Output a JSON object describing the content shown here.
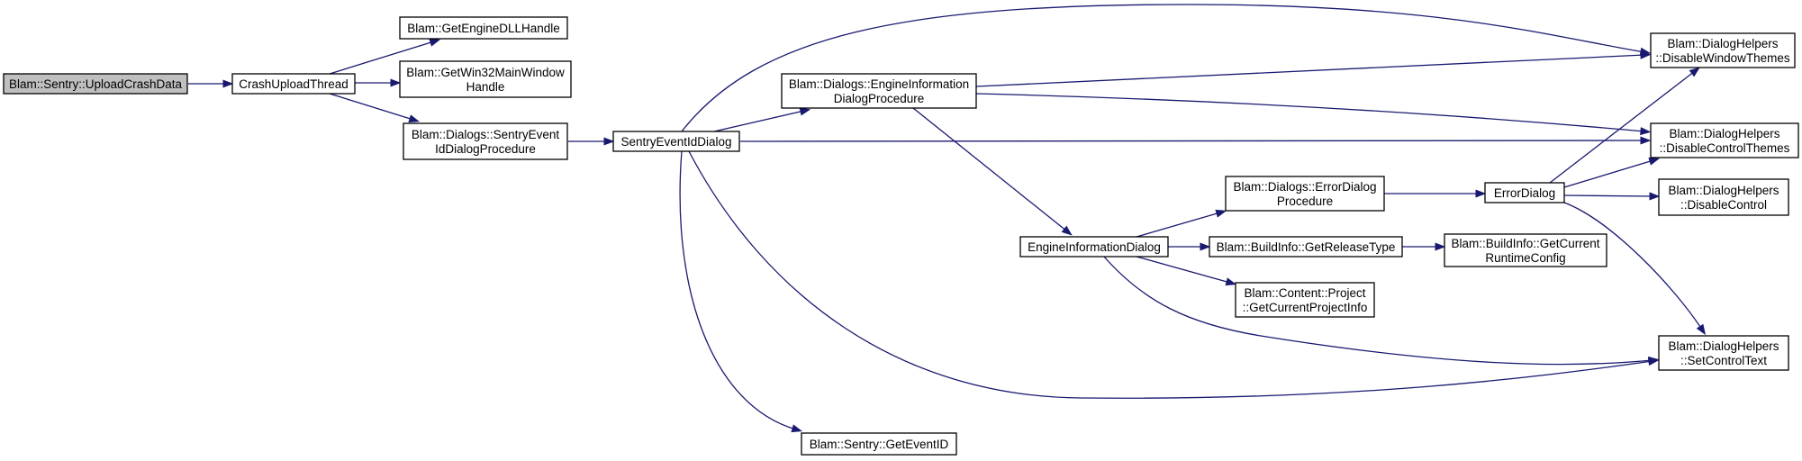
{
  "diagram": {
    "type": "call-graph",
    "colors": {
      "edge": "#191970",
      "root_fill": "#bfbfbf",
      "node_fill": "#ffffff",
      "node_border": "#000000"
    },
    "nodes": [
      {
        "id": "upload",
        "lines": [
          "Blam::Sentry::UploadCrashData"
        ],
        "root": true
      },
      {
        "id": "thread",
        "lines": [
          "CrashUploadThread"
        ]
      },
      {
        "id": "getdll",
        "lines": [
          "Blam::GetEngineDLLHandle"
        ]
      },
      {
        "id": "getwin",
        "lines": [
          "Blam::GetWin32MainWindow",
          "Handle"
        ]
      },
      {
        "id": "sentryproc",
        "lines": [
          "Blam::Dialogs::SentryEvent",
          "IdDialogProcedure"
        ]
      },
      {
        "id": "sentrydlg",
        "lines": [
          "SentryEventIdDialog"
        ]
      },
      {
        "id": "engproc",
        "lines": [
          "Blam::Dialogs::EngineInformation",
          "DialogProcedure"
        ]
      },
      {
        "id": "getevent",
        "lines": [
          "Blam::Sentry::GetEventID"
        ]
      },
      {
        "id": "engdlg",
        "lines": [
          "EngineInformationDialog"
        ]
      },
      {
        "id": "errproc",
        "lines": [
          "Blam::Dialogs::ErrorDialog",
          "Procedure"
        ]
      },
      {
        "id": "reltype",
        "lines": [
          "Blam::BuildInfo::GetReleaseType"
        ]
      },
      {
        "id": "projinfo",
        "lines": [
          "Blam::Content::Project",
          "::GetCurrentProjectInfo"
        ]
      },
      {
        "id": "errdlg",
        "lines": [
          "ErrorDialog"
        ]
      },
      {
        "id": "runtime",
        "lines": [
          "Blam::BuildInfo::GetCurrent",
          "RuntimeConfig"
        ]
      },
      {
        "id": "winthemes",
        "lines": [
          "Blam::DialogHelpers",
          "::DisableWindowThemes"
        ]
      },
      {
        "id": "ctlthemes",
        "lines": [
          "Blam::DialogHelpers",
          "::DisableControlThemes"
        ]
      },
      {
        "id": "disctl",
        "lines": [
          "Blam::DialogHelpers",
          "::DisableControl"
        ]
      },
      {
        "id": "settext",
        "lines": [
          "Blam::DialogHelpers",
          "::SetControlText"
        ]
      }
    ],
    "edges": [
      {
        "from": "upload",
        "to": "thread"
      },
      {
        "from": "thread",
        "to": "getdll"
      },
      {
        "from": "thread",
        "to": "getwin"
      },
      {
        "from": "thread",
        "to": "sentryproc"
      },
      {
        "from": "sentryproc",
        "to": "sentrydlg"
      },
      {
        "from": "sentrydlg",
        "to": "engproc"
      },
      {
        "from": "sentrydlg",
        "to": "winthemes"
      },
      {
        "from": "sentrydlg",
        "to": "ctlthemes"
      },
      {
        "from": "sentrydlg",
        "to": "getevent"
      },
      {
        "from": "sentrydlg",
        "to": "settext"
      },
      {
        "from": "engproc",
        "to": "winthemes"
      },
      {
        "from": "engproc",
        "to": "ctlthemes"
      },
      {
        "from": "engproc",
        "to": "engdlg"
      },
      {
        "from": "engdlg",
        "to": "errproc"
      },
      {
        "from": "engdlg",
        "to": "reltype"
      },
      {
        "from": "engdlg",
        "to": "projinfo"
      },
      {
        "from": "engdlg",
        "to": "settext"
      },
      {
        "from": "errproc",
        "to": "errdlg"
      },
      {
        "from": "reltype",
        "to": "runtime"
      },
      {
        "from": "errdlg",
        "to": "winthemes"
      },
      {
        "from": "errdlg",
        "to": "ctlthemes"
      },
      {
        "from": "errdlg",
        "to": "disctl"
      },
      {
        "from": "errdlg",
        "to": "settext"
      }
    ]
  }
}
